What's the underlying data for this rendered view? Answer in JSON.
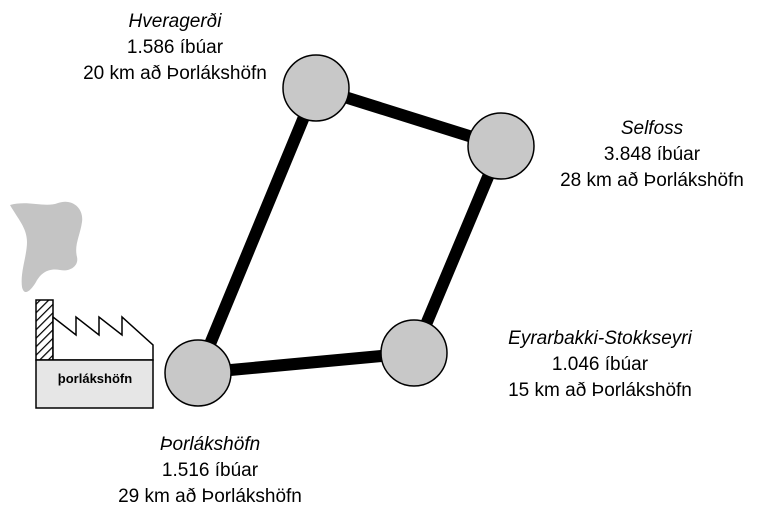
{
  "towns": [
    {
      "id": "hveragerdi",
      "name": "Hveragerði",
      "population": "1.586 íbúar",
      "distance": "20 km að Þorlákshöfn"
    },
    {
      "id": "selfoss",
      "name": "Selfoss",
      "population": "3.848 íbúar",
      "distance": "28 km að Þorlákshöfn"
    },
    {
      "id": "eyrarbakki",
      "name": "Eyrarbakki-Stokkseyri",
      "population": "1.046 íbúar",
      "distance": "15 km að Þorlákshöfn"
    },
    {
      "id": "thorlakshofn",
      "name": "Þorlákshöfn",
      "population": "1.516 íbúar",
      "distance": "29 km að Þorlákshöfn"
    }
  ],
  "factory": {
    "label": "þorlákshöfn"
  },
  "colors": {
    "node_fill": "#c8c8c8",
    "node_stroke": "#000000",
    "edge": "#000000",
    "smoke": "#c4c4c4",
    "factory_fill": "#e6e6e6"
  }
}
